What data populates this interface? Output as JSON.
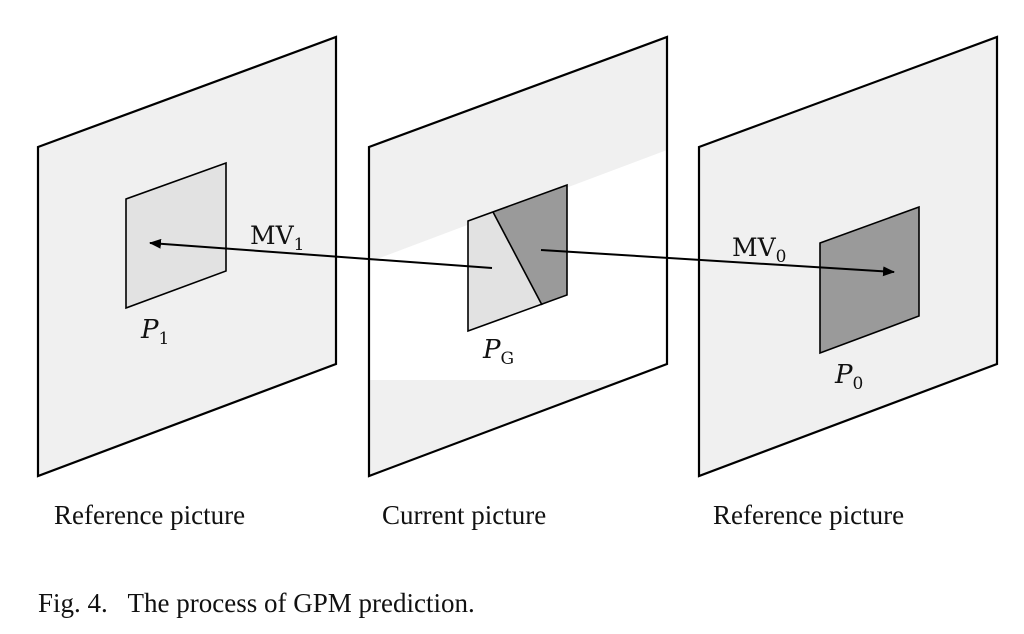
{
  "figure": {
    "colors": {
      "plane_fill": "#f0f0f0",
      "stroke": "#000000",
      "light_block": "#e2e2e2",
      "dark_block": "#9a9a9a",
      "band_white": "#ffffff"
    },
    "planes": [
      {
        "label": "Reference picture"
      },
      {
        "label": "Current picture"
      },
      {
        "label": "Reference picture"
      }
    ],
    "blocks": {
      "p1": {
        "base": "P",
        "sub": "1"
      },
      "pg": {
        "base": "P",
        "sub": "G"
      },
      "p0": {
        "base": "P",
        "sub": "0"
      }
    },
    "vectors": {
      "mv1": {
        "base": "MV",
        "sub": "1"
      },
      "mv0": {
        "base": "MV",
        "sub": "0"
      }
    },
    "caption": "Fig. 4.   The process of GPM prediction."
  }
}
